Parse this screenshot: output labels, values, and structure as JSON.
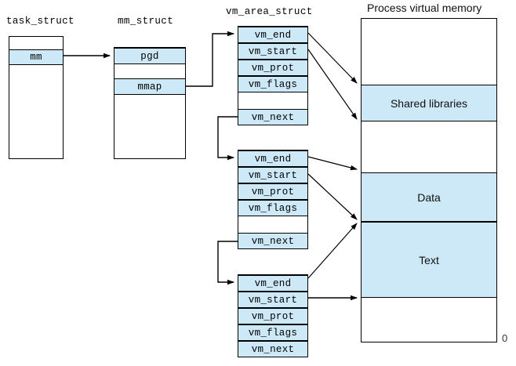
{
  "diagram": {
    "title_task": "task_struct",
    "title_mm": "mm_struct",
    "title_vma": "vm_area_struct",
    "title_memory": "Process virtual memory",
    "zero_label": "0"
  },
  "task_struct": {
    "label": "task_struct",
    "fields": [
      {
        "name": "blank-top",
        "text": "",
        "filled": false
      },
      {
        "name": "mm",
        "text": "mm",
        "filled": true
      },
      {
        "name": "blank-bottom",
        "text": "",
        "filled": false
      }
    ]
  },
  "mm_struct": {
    "label": "mm_struct",
    "fields": [
      {
        "name": "pgd",
        "text": "pgd",
        "filled": true
      },
      {
        "name": "blank-mid",
        "text": "",
        "filled": false
      },
      {
        "name": "mmap",
        "text": "mmap",
        "filled": true
      },
      {
        "name": "blank-bottom",
        "text": "",
        "filled": false
      }
    ]
  },
  "vm_area_structs": [
    {
      "name": "vma-1",
      "fields": [
        {
          "text": "vm_end",
          "filled": true
        },
        {
          "text": "vm_start",
          "filled": true
        },
        {
          "text": "vm_prot",
          "filled": true
        },
        {
          "text": "vm_flags",
          "filled": true
        },
        {
          "text": "",
          "filled": false
        },
        {
          "text": "vm_next",
          "filled": true
        }
      ]
    },
    {
      "name": "vma-2",
      "fields": [
        {
          "text": "vm_end",
          "filled": true
        },
        {
          "text": "vm_start",
          "filled": true
        },
        {
          "text": "vm_prot",
          "filled": true
        },
        {
          "text": "vm_flags",
          "filled": true
        },
        {
          "text": "",
          "filled": false
        },
        {
          "text": "vm_next",
          "filled": true
        }
      ]
    },
    {
      "name": "vma-3",
      "fields": [
        {
          "text": "vm_end",
          "filled": true
        },
        {
          "text": "vm_start",
          "filled": true
        },
        {
          "text": "vm_prot",
          "filled": true
        },
        {
          "text": "vm_flags",
          "filled": true
        },
        {
          "text": "vm_next",
          "filled": true
        }
      ]
    }
  ],
  "process_memory": {
    "label": "Process virtual memory",
    "segments": [
      {
        "name": "segment-blank-top",
        "text": "",
        "filled": false
      },
      {
        "name": "segment-shared-libraries",
        "text": "Shared libraries",
        "filled": true
      },
      {
        "name": "segment-blank-mid",
        "text": "",
        "filled": false
      },
      {
        "name": "segment-data",
        "text": "Data",
        "filled": true
      },
      {
        "name": "segment-text",
        "text": "Text",
        "filled": true
      },
      {
        "name": "segment-blank-bottom",
        "text": "",
        "filled": false
      }
    ],
    "bottom_address": "0"
  },
  "colors": {
    "fill": "#cde9f7",
    "stroke": "#000000",
    "background": "#ffffff"
  }
}
